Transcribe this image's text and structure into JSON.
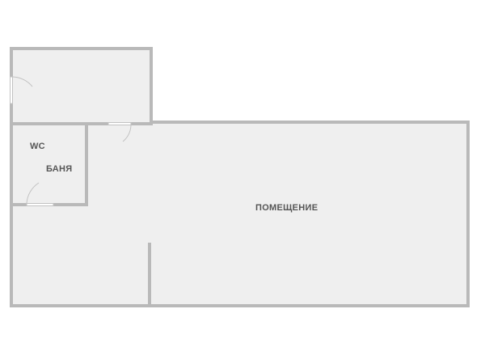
{
  "rooms": {
    "wc": {
      "label": "WC"
    },
    "bath": {
      "label": "БАНЯ"
    },
    "main": {
      "label": "ПОМЕЩЕНИЕ"
    }
  },
  "colors": {
    "wall": "#b9b9b9",
    "floor": "#efefef",
    "label": "#555555",
    "background": "#ffffff"
  }
}
